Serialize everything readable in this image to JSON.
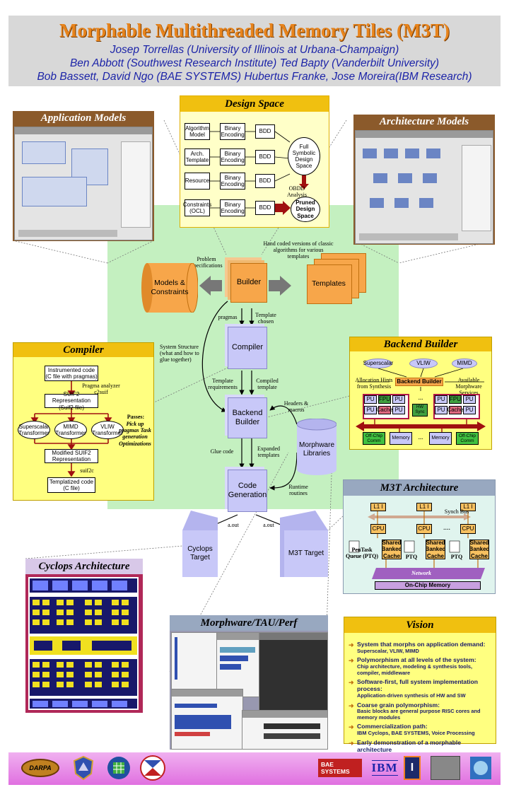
{
  "header": {
    "title": "Morphable Multithreaded Memory Tiles (M3T)",
    "authors": [
      "Josep Torrellas (University of Illinois at Urbana-Champaign)",
      "Ben Abbott (Southwest Research Institute)   Ted Bapty (Vanderbilt University)",
      "Bob Bassett, David Ngo (BAE SYSTEMS)    Hubertus Franke, Jose Moreira(IBM Research)"
    ]
  },
  "panels": {
    "application_models": "Application Models",
    "design_space": "Design Space",
    "architecture_models": "Architecture Models",
    "compiler": "Compiler",
    "backend_builder": "Backend Builder",
    "m3t_architecture": "M3T Architecture",
    "cyclops_architecture": "Cyclops Architecture",
    "morphware_tau_perf": "Morphware/TAU/Perf",
    "vision": "Vision"
  },
  "design_space": {
    "inputs": [
      "Algorithm Model",
      "Arch. Template",
      "Resource",
      "Constraints (OCL)"
    ],
    "encoding": "Binary Encoding",
    "bdd": "BDD",
    "full_space": "Full Symbolic Design Space",
    "obdd": "OBDD Analysis",
    "pruned": "Pruned Design Space"
  },
  "flow": {
    "models_constraints": "Models & Constraints",
    "builder": "Builder",
    "templates": "Templates",
    "compiler": "Compiler",
    "backend_builder": "Backend Builder",
    "code_generation": "Code Generation",
    "morphware_libraries": "Morphware Libraries",
    "cyclops_target": "Cyclops Target",
    "m3t_target": "M3T Target",
    "problem_spec": "Problem Specifications",
    "hand_coded": "Hand coded versions of classic algorithms for various templates",
    "pragmas": "pragmas",
    "template_chosen": "Template chosen",
    "system_structure": "System Structure (what and how to glue together)",
    "template_requirements": "Template requirements",
    "compiled_template": "Compiled template",
    "headers_macros": "Headers & macros",
    "glue_code": "Glue code",
    "expanded_templates": "Expanded templates",
    "runtime_routines": "Runtime routines",
    "aout1": "a.out",
    "aout2": "a.out"
  },
  "compiler": {
    "instrumented": "Instrumented code (C file with pragmas)",
    "pragma_analyzer": "Pragma analyzer c2suif",
    "suif2": "SUIF2 Representation (Suif2 file)",
    "superscalar": "Superscalar Transformer",
    "mimd": "MIMD Transformer",
    "vliw": "VLIW Transformer",
    "passes_title": "Passes:",
    "passes": "Pick up pragmas Task generation Optimizations",
    "modified": "Modified SUIF2 Representation",
    "suif2c": "suif2c",
    "templatized": "Templatized code (C file)"
  },
  "backend": {
    "superscalar": "Superscalar",
    "vliw": "VLIW",
    "mimd": "MIMD",
    "alloc_hints": "Allocation Hints from Synthesis",
    "builder": "Backend Builder",
    "available": "Available Morphware Services",
    "pu": "PU",
    "fpu": "FPU",
    "cache": "Cache",
    "hw_sync": "HW Sync",
    "dots": "...",
    "offchip": "Off-Chip Comm",
    "memory": "Memory"
  },
  "m3t": {
    "l11": "L1 I",
    "synch_bus": "Synch Bus",
    "cpu": "CPU",
    "dots": "....",
    "shared": "Shared Banked Cache",
    "pentask": "PenTask Queue (PTQ)",
    "ptq": "PTQ",
    "network": "Network",
    "onchip": "On-Chip Memory"
  },
  "vision": {
    "items": [
      {
        "main": "System that morphs on application demand:",
        "sub": "Superscalar, VLIW, MIMD"
      },
      {
        "main": "Polymorphism at all levels of the system:",
        "sub": "Chip architecture, modeling & synthesis tools, compiler, middleware"
      },
      {
        "main": "Software-first, full system implementation process:",
        "sub": "Application-driven synthesis of HW and SW"
      },
      {
        "main": "Coarse grain polymorphism:",
        "sub": "Basic blocks are general purpose RISC cores and memory modules"
      },
      {
        "main": "Commercialization path:",
        "sub": "IBM Cyclops, BAE SYSTEMS, Voice Processing"
      },
      {
        "main": "Early demonstration of a morphable architecture",
        "sub": ""
      }
    ]
  },
  "logos": {
    "darpa": "DARPA",
    "bae": "BAE SYSTEMS",
    "ibm": "IBM"
  }
}
